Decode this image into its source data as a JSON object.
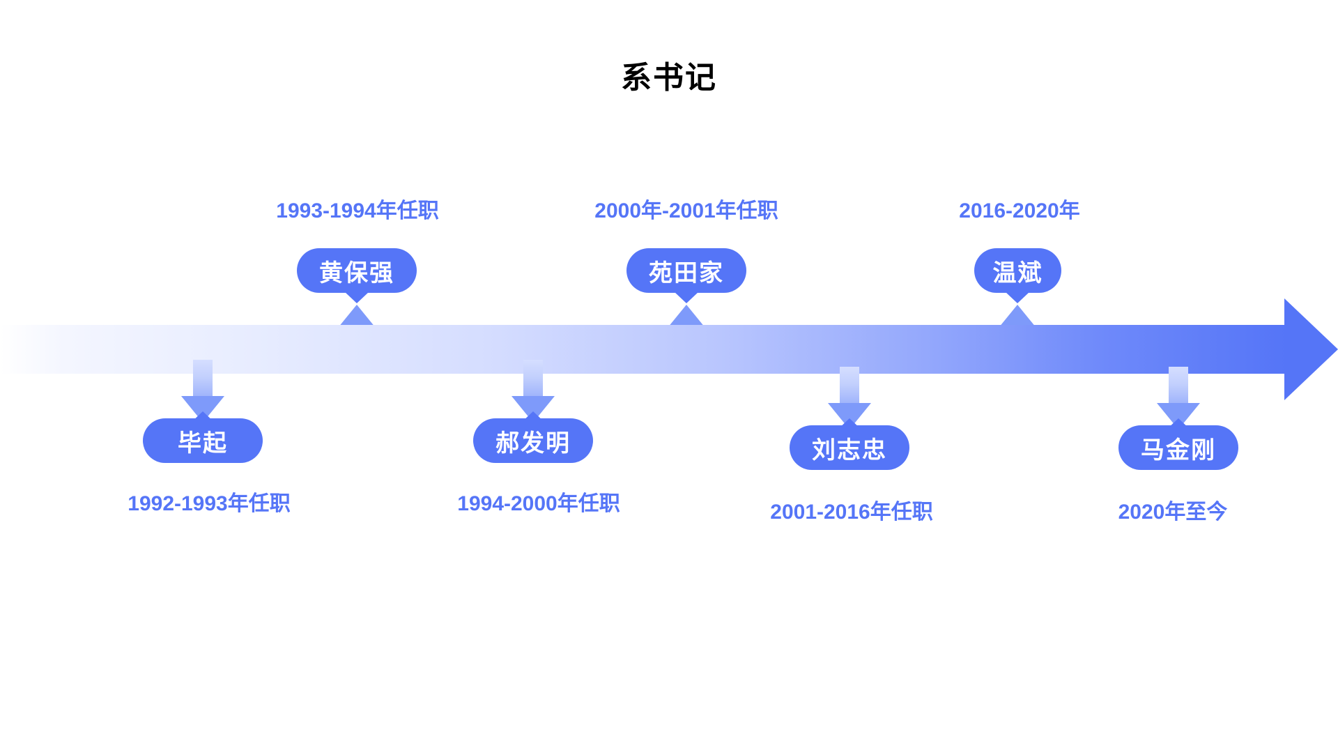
{
  "title": "系书记",
  "theme": {
    "accent": "#5575f7",
    "caption_color": "#5575f7",
    "pill_text_color": "#ffffff",
    "title_color": "#000000",
    "background": "#ffffff",
    "bar_gradient_start": "#ffffff",
    "bar_gradient_end": "#5575f7"
  },
  "chart_data": {
    "type": "timeline",
    "title": "系书记",
    "orientation": "horizontal-arrow",
    "direction": "left-to-right",
    "entries": [
      {
        "name": "毕起",
        "period": "1992-1993年任职",
        "side": "below",
        "order": 1
      },
      {
        "name": "黄保强",
        "period": "1993-1994年任职",
        "side": "above",
        "order": 2
      },
      {
        "name": "郝发明",
        "period": "1994-2000年任职",
        "side": "below",
        "order": 3
      },
      {
        "name": "苑田家",
        "period": "2000年-2001年任职",
        "side": "above",
        "order": 4
      },
      {
        "name": "刘志忠",
        "period": "2001-2016年任职",
        "side": "below",
        "order": 5
      },
      {
        "name": "温斌",
        "period": "2016-2020年",
        "side": "above",
        "order": 6
      },
      {
        "name": "马金刚",
        "period": "2020年至今",
        "side": "below",
        "order": 7
      }
    ]
  },
  "timeline": {
    "above": [
      {
        "name": "黄保强",
        "period": "1993-1994年任职"
      },
      {
        "name": "苑田家",
        "period": "2000年-2001年任职"
      },
      {
        "name": "温斌",
        "period": "2016-2020年"
      }
    ],
    "below": [
      {
        "name": "毕起",
        "period": "1992-1993年任职"
      },
      {
        "name": "郝发明",
        "period": "1994-2000年任职"
      },
      {
        "name": "刘志忠",
        "period": "2001-2016年任职"
      },
      {
        "name": "马金刚",
        "period": "2020年至今"
      }
    ]
  }
}
